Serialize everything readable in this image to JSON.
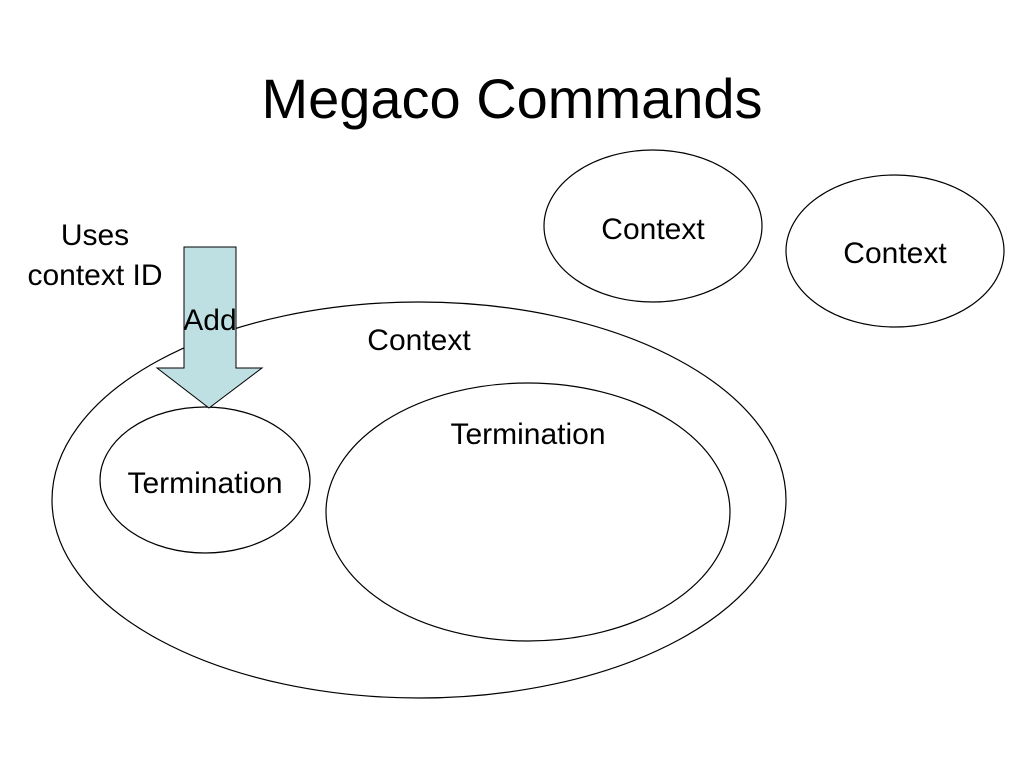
{
  "title": "Megaco Commands",
  "labels": {
    "context_top": "Context",
    "context_right": "Context",
    "context_main": "Context",
    "uses_line1": "Uses",
    "uses_line2": "context ID",
    "add": "Add",
    "termination_small": "Termination",
    "termination_large": "Termination"
  },
  "colors": {
    "arrow_fill": "#bfe0e3",
    "stroke": "#000000"
  }
}
